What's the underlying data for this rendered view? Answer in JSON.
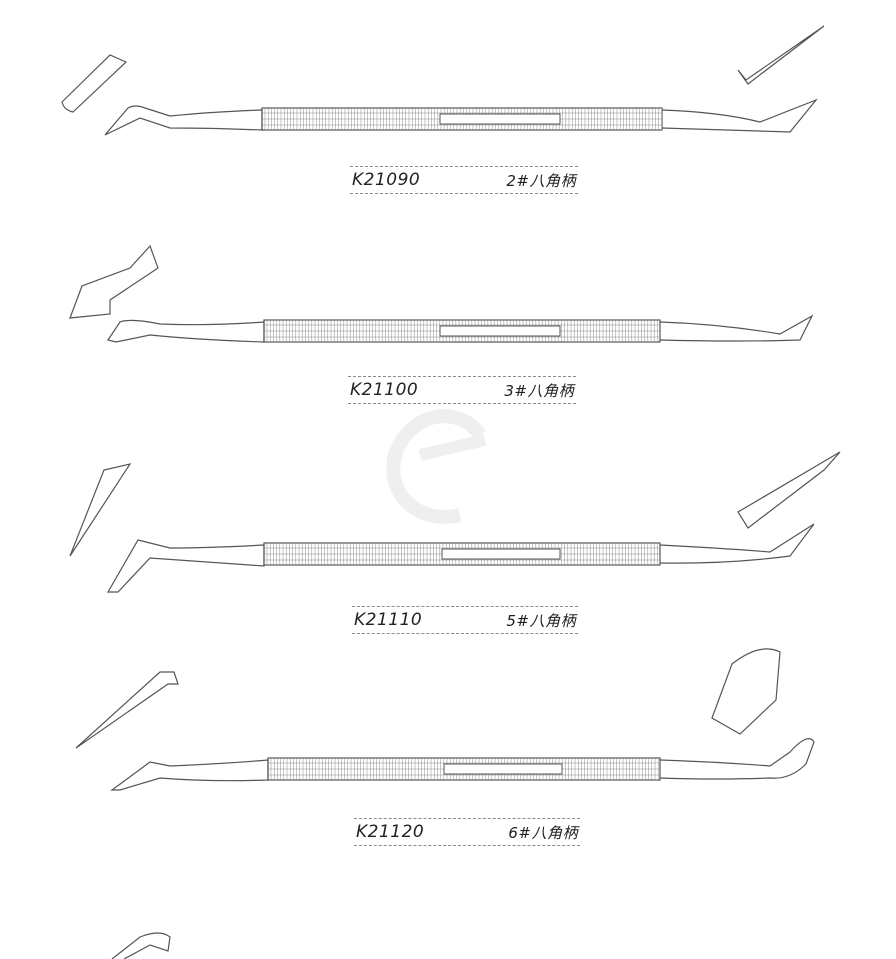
{
  "instruments": [
    {
      "code": "K21090",
      "handle": "2#八角柄"
    },
    {
      "code": "K21100",
      "handle": "3#八角柄"
    },
    {
      "code": "K21110",
      "handle": "5#八角柄"
    },
    {
      "code": "K21120",
      "handle": "6#八角柄"
    }
  ],
  "colors": {
    "line": "#555555",
    "hatch": "#8a8a8a",
    "text": "#222222"
  }
}
